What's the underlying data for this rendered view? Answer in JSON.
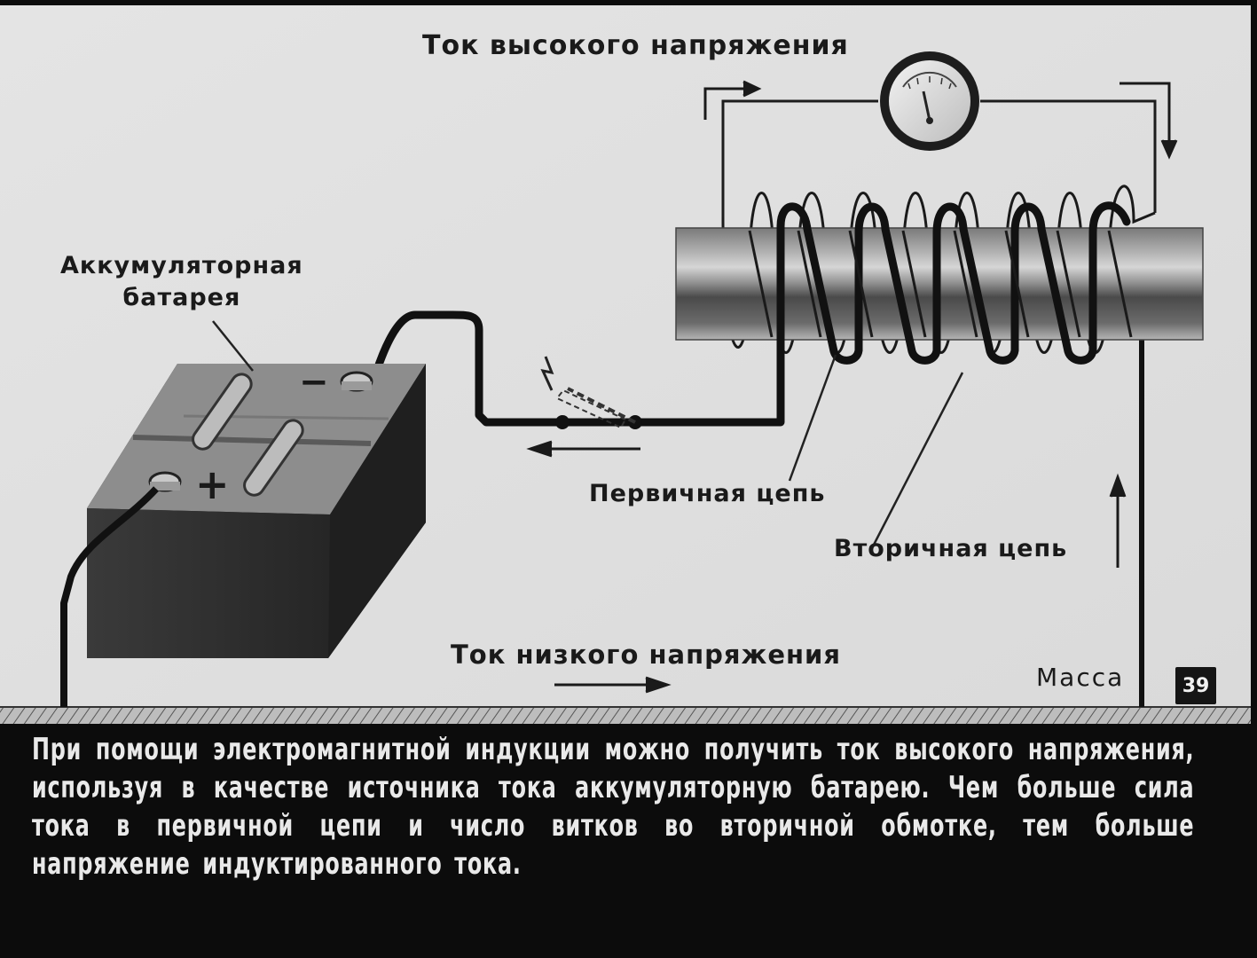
{
  "diagram": {
    "title_high": "Ток высокого напряжения",
    "title_low": "Ток низкого напряжения",
    "battery_label_line1": "Аккумуляторная",
    "battery_label_line2": "батарея",
    "primary_label": "Первичная цепь",
    "secondary_label": "Вторичная цепь",
    "mass_label": "Масса",
    "battery_minus": "−",
    "battery_plus": "+"
  },
  "page_number": "39",
  "caption": "При помощи электромагнитной индукции можно получить ток высокого напряжения, используя в качестве источника тока аккумуляторную батарею. Чем больше сила тока в первичной цепи и число витков во вторичной обмотке, тем больше напряжение индуктированного тока."
}
